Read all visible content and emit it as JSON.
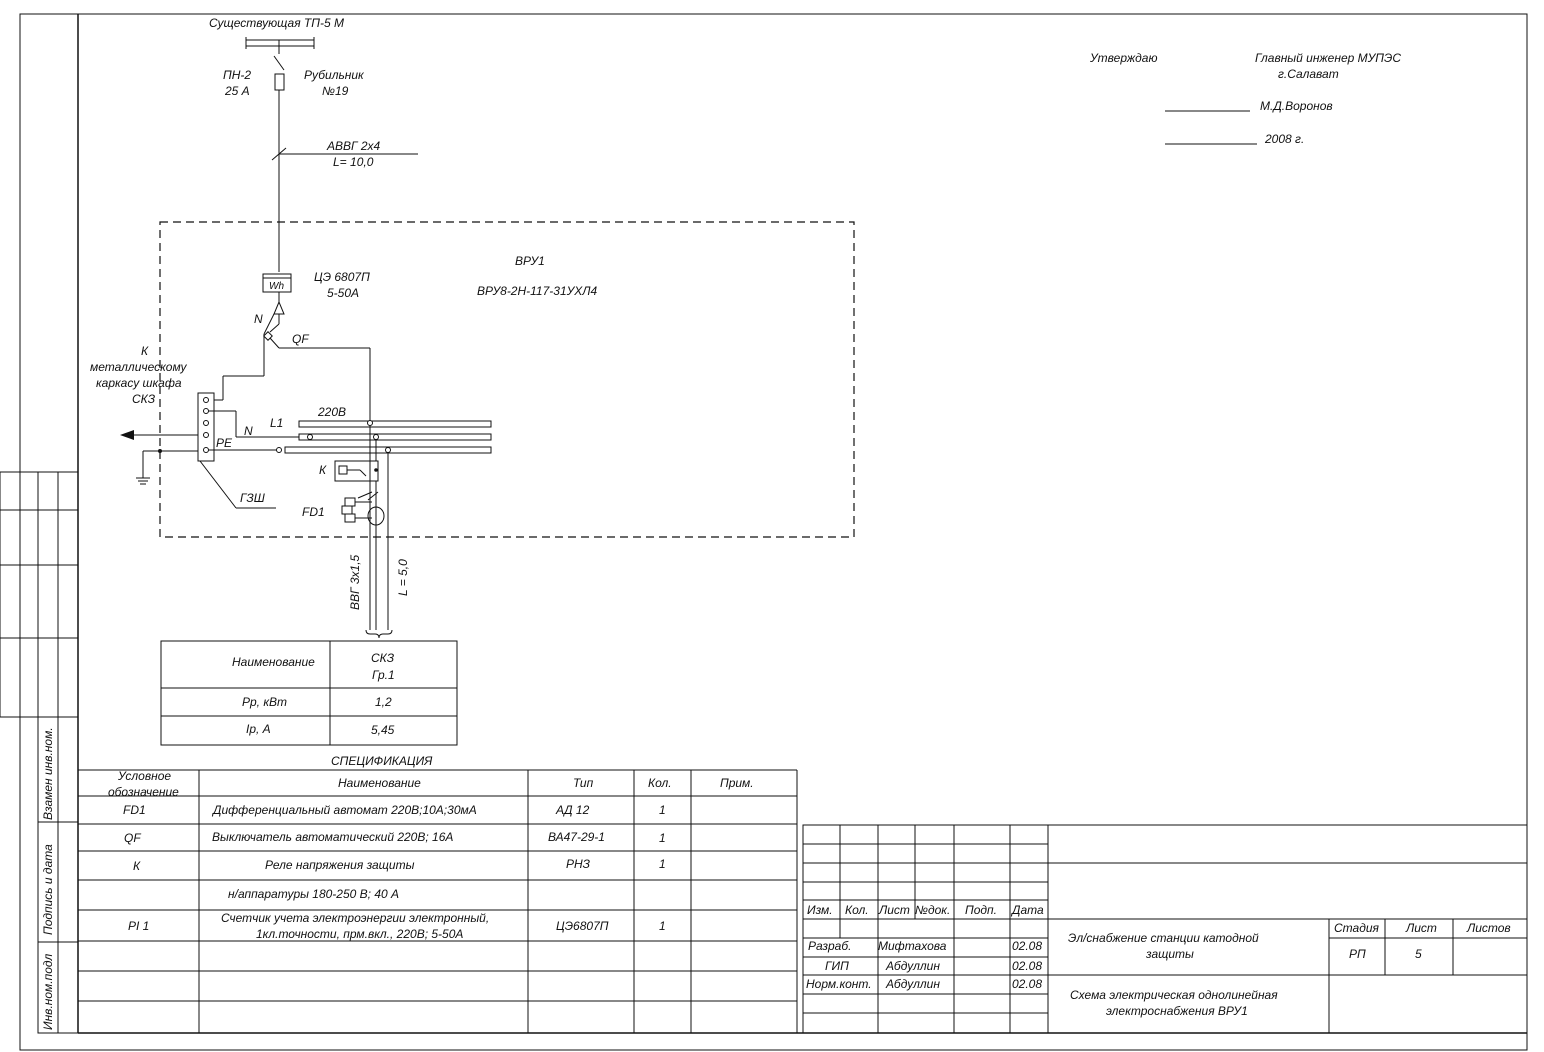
{
  "substation": "Существующая ТП-5 М",
  "fuse": {
    "name": "ПН-2",
    "rating": "25 А"
  },
  "switch": {
    "name": "Рубильник",
    "number": "№19"
  },
  "cable_in": {
    "type": "АВВГ 2х4",
    "length": "L= 10,0"
  },
  "vru": {
    "name": "ВРУ1",
    "type": "ВРУ8-2Н-117-31УХЛ4"
  },
  "meter": {
    "model": "ЦЭ 6807П",
    "range": "5-50А",
    "symbol": "Wh"
  },
  "labels": {
    "n_top": "N",
    "qf": "QF",
    "n_bus": "N",
    "l1": "L1",
    "pe": "PE",
    "voltage": "220В",
    "relay": "К",
    "rcd": "FD1",
    "gzsh": "ГЗШ"
  },
  "frame_note": [
    "К",
    "металлическому",
    "каркасу шкафа",
    "СКЗ"
  ],
  "cable_out": {
    "type": "ВВГ 3х1,5",
    "length": "L = 5,0"
  },
  "load_table": {
    "h1": "Наименование",
    "v1a": "СКЗ",
    "v1b": "Гр.1",
    "h2": "Рр, кВт",
    "v2": "1,2",
    "h3": "Iр, А",
    "v3": "5,45"
  },
  "approval": {
    "approve": "Утверждаю",
    "position": "Главный инженер МУПЭС",
    "city": "г.Салават",
    "person": "М.Д.Воронов",
    "year": "2008 г."
  },
  "spec": {
    "title": "СПЕЦИФИКАЦИЯ",
    "headers": [
      "Условное обозначение",
      "Наименование",
      "Тип",
      "Кол.",
      "Прим."
    ],
    "header_designation_lines": [
      "Условное",
      "обозначение"
    ],
    "rows": [
      {
        "code": "FD1",
        "name": "Дифференциальный автомат 220В;10А;30мА",
        "type": "АД 12",
        "qty": "1"
      },
      {
        "code": "QF",
        "name": "Выключатель автоматический 220В; 16А",
        "type": "ВА47-29-1",
        "qty": "1"
      },
      {
        "code": "К",
        "name": "Реле напряжения защиты",
        "type": "РНЗ",
        "qty": "1"
      },
      {
        "code": "",
        "name": "н/аппаратуры 180-250 В; 40 А",
        "type": "",
        "qty": ""
      },
      {
        "code": "PI 1",
        "name_lines": [
          "Счетчик учета электроэнергии электронный,",
          "1кл.точности, прм.вкл., 220В; 5-50А"
        ],
        "type": "ЦЭ6807П",
        "qty": "1"
      }
    ]
  },
  "side_stamp": [
    "Взамен инв.ном.",
    "Подпись и дата",
    "Инв.ном.подл"
  ],
  "title_block": {
    "cols": [
      "Изм.",
      "Кол.",
      "Лист",
      "№док.",
      "Подп.",
      "Дата"
    ],
    "people": [
      {
        "role": "Разраб.",
        "name": "Мифтахова",
        "date": "02.08"
      },
      {
        "role": "ГИП",
        "name": "Абдуллин",
        "date": "02.08"
      },
      {
        "role": "Норм.конт.",
        "name": "Абдуллин",
        "date": "02.08"
      }
    ],
    "project_lines": [
      "Эл/снабжение станции катодной",
      "защиты"
    ],
    "drawing_lines": [
      "Схема электрическая однолинейная",
      "электроснабжения ВРУ1"
    ],
    "stage_h": "Стадия",
    "sheet_h": "Лист",
    "sheets_h": "Листов",
    "stage": "РП",
    "sheet": "5"
  }
}
